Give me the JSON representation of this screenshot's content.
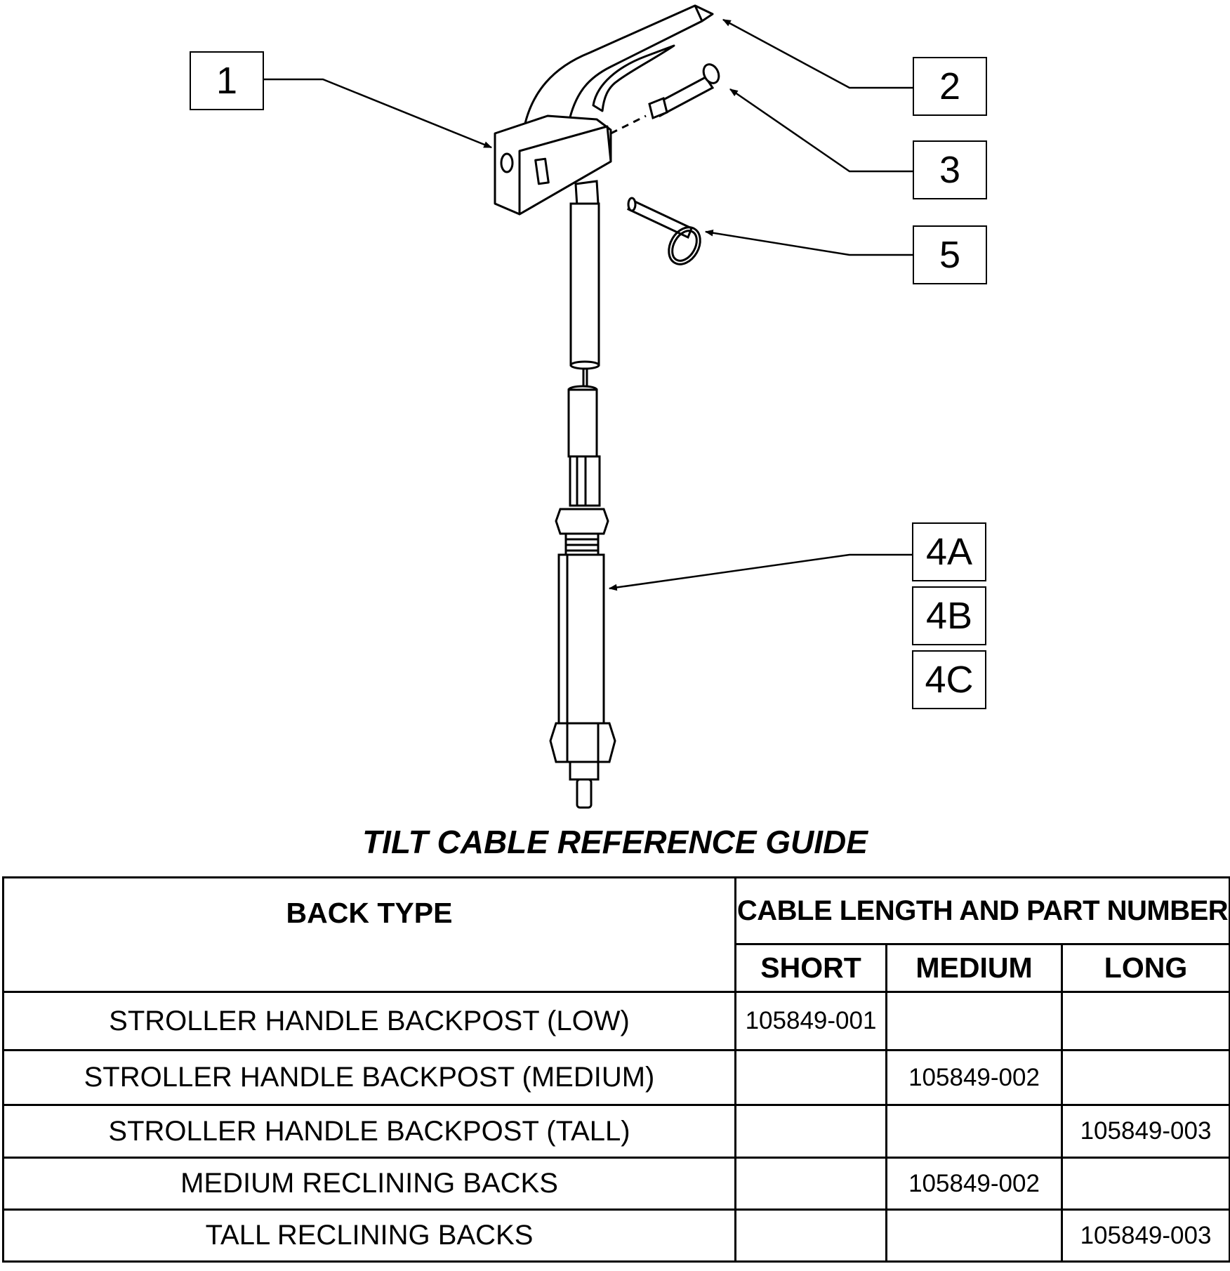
{
  "callouts": [
    {
      "id": "c1",
      "label": "1"
    },
    {
      "id": "c2",
      "label": "2"
    },
    {
      "id": "c3",
      "label": "3"
    },
    {
      "id": "c5",
      "label": "5"
    },
    {
      "id": "c4a",
      "label": "4A"
    },
    {
      "id": "c4b",
      "label": "4B"
    },
    {
      "id": "c4c",
      "label": "4C"
    }
  ],
  "guide": {
    "title": "TILT CABLE REFERENCE GUIDE",
    "headers": {
      "back_type": "BACK TYPE",
      "cable_group": "CABLE LENGTH AND PART NUMBER",
      "short": "SHORT",
      "medium": "MEDIUM",
      "long": "LONG"
    },
    "rows": [
      {
        "type": "STROLLER HANDLE BACKPOST (LOW)",
        "short": "105849-001",
        "medium": "",
        "long": ""
      },
      {
        "type": "STROLLER HANDLE BACKPOST (MEDIUM)",
        "short": "",
        "medium": "105849-002",
        "long": ""
      },
      {
        "type": "STROLLER HANDLE BACKPOST (TALL)",
        "short": "",
        "medium": "",
        "long": "105849-003"
      },
      {
        "type": "MEDIUM RECLINING BACKS",
        "short": "",
        "medium": "105849-002",
        "long": ""
      },
      {
        "type": "TALL RECLINING BACKS",
        "short": "",
        "medium": "",
        "long": "105849-003"
      }
    ]
  }
}
